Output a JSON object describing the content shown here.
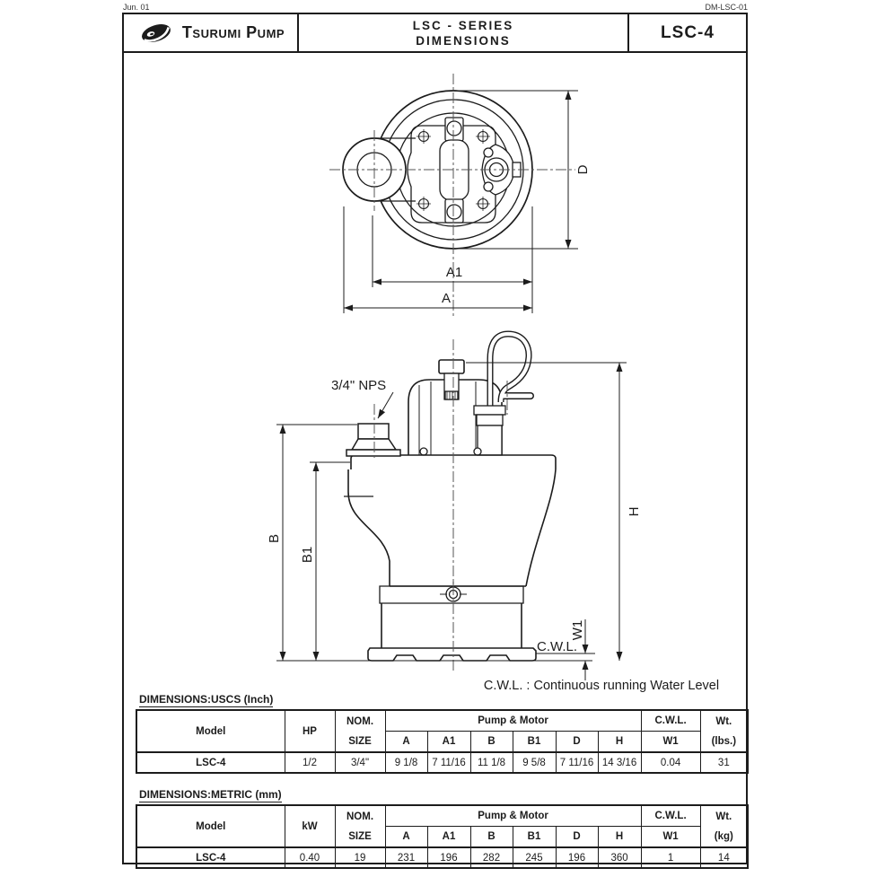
{
  "meta": {
    "date": "Jun. 01",
    "doc_code": "DM-LSC-01"
  },
  "header": {
    "brand": "Tsurumi Pump",
    "series": "LSC - SERIES",
    "sheet": "DIMENSIONS",
    "model": "LSC-4"
  },
  "drawing": {
    "labels": {
      "d": "D",
      "a1": "A1",
      "a": "A",
      "nps": "3/4\" NPS",
      "b": "B",
      "b1": "B1",
      "h": "H",
      "w1": "W1",
      "cwl": "C.W.L."
    },
    "note": "C.W.L. : Continuous running Water Level"
  },
  "tables": [
    {
      "title": "DIMENSIONS:USCS (Inch)",
      "headers": {
        "model": "Model",
        "power": "HP",
        "nom": "NOM.",
        "size": "SIZE",
        "group": "Pump & Motor",
        "cols": [
          "A",
          "A1",
          "B",
          "B1",
          "D",
          "H"
        ],
        "cwl": "C.W.L.",
        "w1": "W1",
        "wt": "Wt.",
        "wt_unit": "(lbs.)"
      },
      "row": {
        "model": "LSC-4",
        "power": "1/2",
        "size": "3/4\"",
        "values": [
          "9 1/8",
          "7 11/16",
          "11 1/8",
          "9 5/8",
          "7 11/16",
          "14 3/16"
        ],
        "w1": "0.04",
        "wt": "31"
      }
    },
    {
      "title": "DIMENSIONS:METRIC (mm)",
      "headers": {
        "model": "Model",
        "power": "kW",
        "nom": "NOM.",
        "size": "SIZE",
        "group": "Pump & Motor",
        "cols": [
          "A",
          "A1",
          "B",
          "B1",
          "D",
          "H"
        ],
        "cwl": "C.W.L.",
        "w1": "W1",
        "wt": "Wt.",
        "wt_unit": "(kg)"
      },
      "row": {
        "model": "LSC-4",
        "power": "0.40",
        "size": "19",
        "values": [
          "231",
          "196",
          "282",
          "245",
          "196",
          "360"
        ],
        "w1": "1",
        "wt": "14"
      }
    }
  ]
}
